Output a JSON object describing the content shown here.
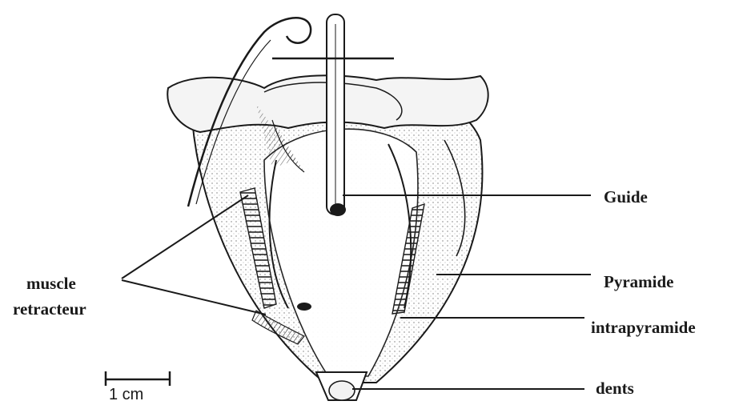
{
  "labels": {
    "guide": "Guide",
    "pyramide": "Pyramide",
    "intrapyramide": "intrapyramide",
    "dents": "dents",
    "muscle_line1": "muscle",
    "muscle_line2": "retracteur"
  },
  "scale_bar": {
    "text": "1 cm"
  },
  "colors": {
    "ink": "#1a1a1a",
    "shade": "#9a9a9a",
    "background": "#ffffff"
  }
}
